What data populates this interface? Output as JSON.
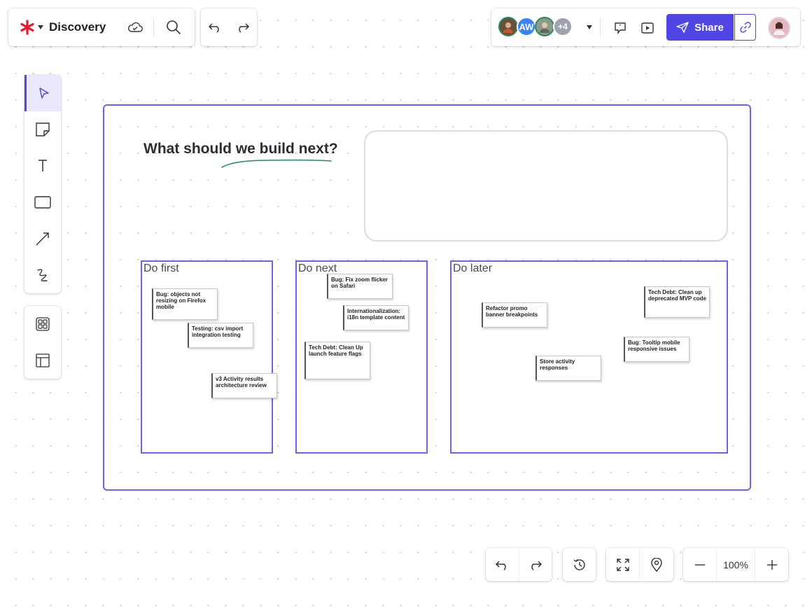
{
  "board": {
    "title": "Discovery",
    "logo_icon": "asterisk-logo-icon"
  },
  "collaborators": {
    "initials": "AW",
    "extra_count": "+4",
    "colors": [
      "#2a8a57",
      "#3b82f6",
      "#9ca3af"
    ]
  },
  "share": {
    "label": "Share"
  },
  "canvas": {
    "question": "What should we build next?",
    "columns": [
      {
        "title": "Do first"
      },
      {
        "title": "Do next"
      },
      {
        "title": "Do later"
      }
    ],
    "stickies": {
      "do_first": [
        "Bug: objects not resizing on Firefox mobile",
        "Testing: csv import integration testing",
        "v3 Activity results architecture review"
      ],
      "do_next": [
        "Bug: Fix zoom flicker on Safari",
        "Internationalization: i18n template content",
        "Tech Debt: Clean Up launch feature flags"
      ],
      "do_later": [
        "Refactor promo banner breakpoints",
        "Tech Debt: Clean up deprecated MVP code",
        "Bug: Tooltip mobile responsive issues",
        "Store activity responses"
      ]
    }
  },
  "zoom": {
    "level": "100%"
  },
  "colors": {
    "accent": "#4f46e5",
    "frame": "#6c63f5",
    "logo": "#e8192c"
  }
}
